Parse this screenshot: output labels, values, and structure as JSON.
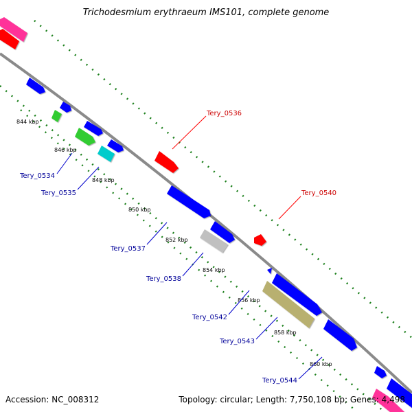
{
  "title": "Trichodesmium erythraeum IMS101, complete genome",
  "footer": {
    "accession": "Accession: NC_008312",
    "stats": "Topology: circular; Length: 7,750,108 bp; Genes: 4,498"
  },
  "colors": {
    "backbone": "#8a8a8a",
    "ticks": "#1a7f1a",
    "red_gene": "#ff0000",
    "blue_gene": "#0000ff",
    "green_gene": "#33cc33",
    "cyan_gene": "#00cccc",
    "pink_gene": "#ff3399",
    "gray_gene": "#c0c0c0",
    "olive_gene": "#b8b070",
    "red_label": "#cc0000",
    "blue_label": "#000099"
  },
  "tick_labels": [
    "844 kbp",
    "846 kbp",
    "848 kbp",
    "850 kbp",
    "852 kbp",
    "854 kbp",
    "856 kbp",
    "858 kbp",
    "860 kbp"
  ],
  "gene_labels": {
    "tery_0536": "Tery_0536",
    "tery_0540": "Tery_0540",
    "tery_0534": "Tery_0534",
    "tery_0535": "Tery_0535",
    "tery_0537": "Tery_0537",
    "tery_0538": "Tery_0538",
    "tery_0542": "Tery_0542",
    "tery_0543": "Tery_0543",
    "tery_0544": "Tery_0544"
  }
}
